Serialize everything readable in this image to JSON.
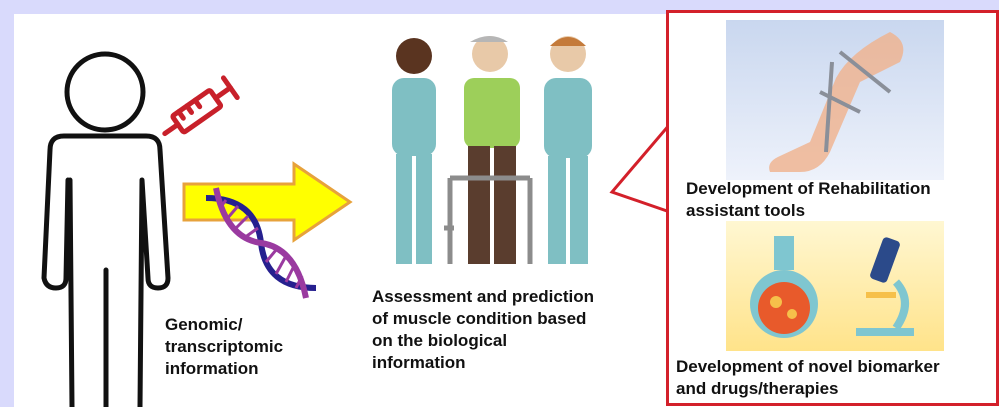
{
  "labels": {
    "genomic": [
      "Genomic/",
      "transcriptomic",
      "information"
    ],
    "assessment": [
      "Assessment and prediction",
      "of muscle condition based",
      "on the biological",
      "information"
    ],
    "rehab": [
      "Development of Rehabilitation",
      "assistant tools"
    ],
    "drugs": [
      "Development of novel biomarker",
      "and drugs/therapies"
    ]
  },
  "colors": {
    "border_bg": "#d9dafc",
    "callout_red": "#d3202a",
    "arrow_fill": "#ffff00",
    "arrow_stroke": "#e7a23b",
    "syringe": "#c8202a",
    "dna_blue": "#26208f",
    "dna_purple": "#9a3aa0",
    "nurse_teal": "#7fbfc3",
    "patient_shirt": "#9dcf5a",
    "patient_pants": "#5a3d2e"
  },
  "icons": [
    "person-outline-icon",
    "syringe-icon",
    "dna-icon",
    "arrow-right-icon",
    "caregivers-icon",
    "leg-brace-icon",
    "flask-icon",
    "microscope-icon"
  ]
}
